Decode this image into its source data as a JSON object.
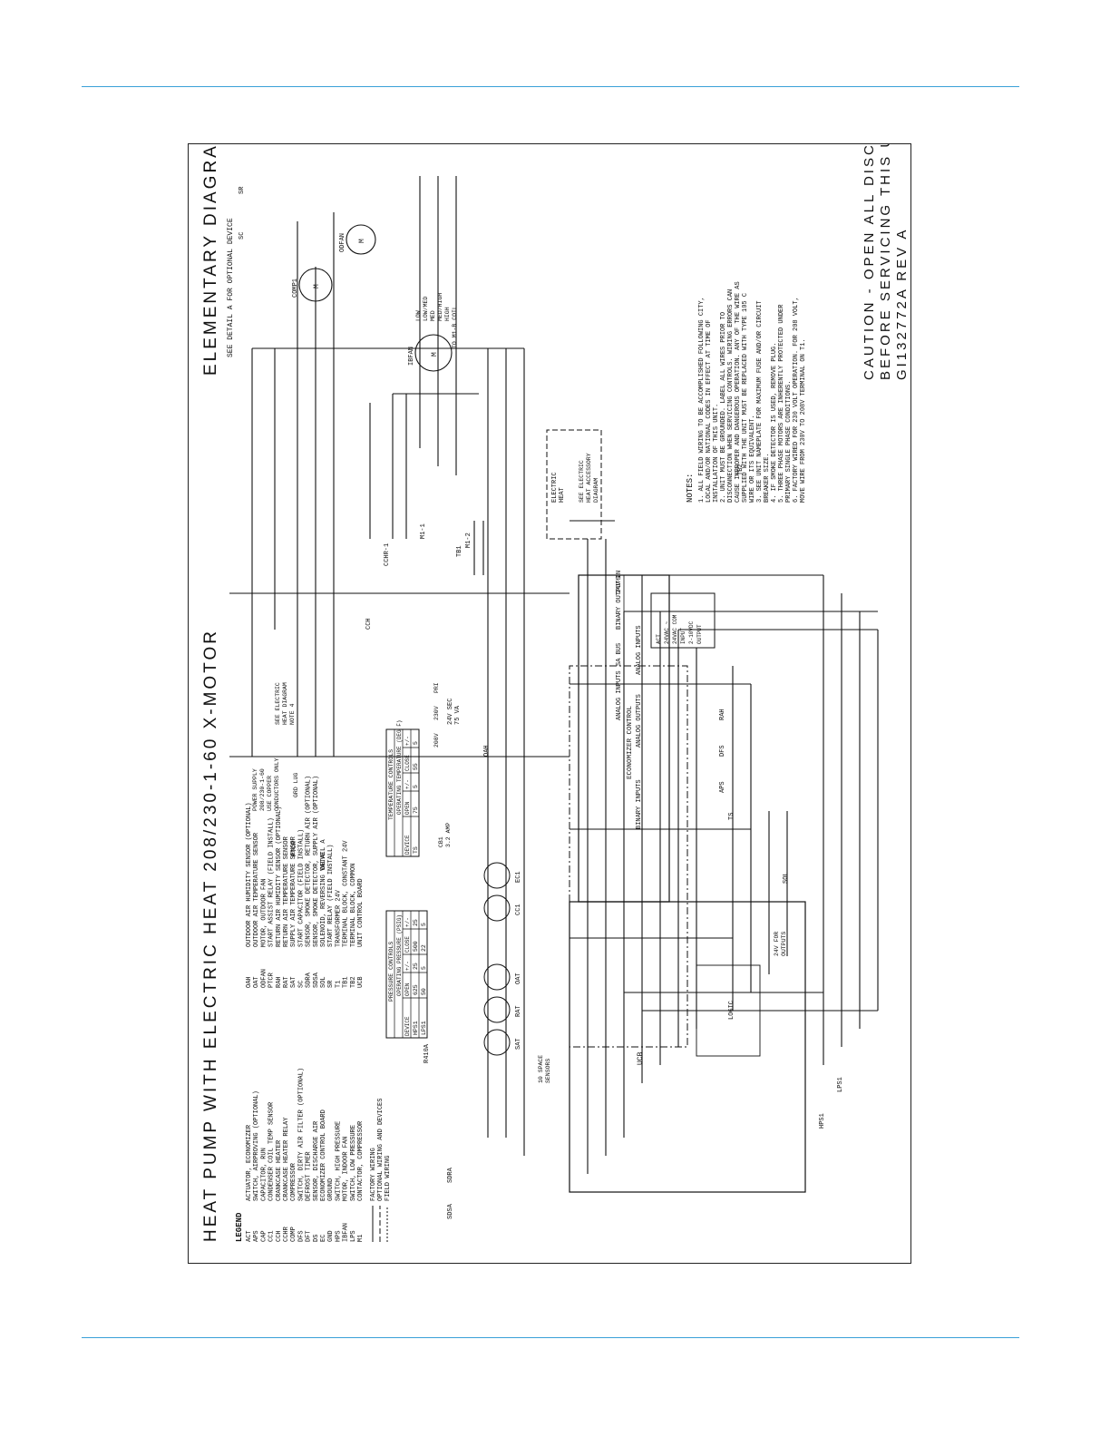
{
  "diagram": {
    "title": "HEAT PUMP WITH ELECTRIC HEAT 208/230-1-60 X-MOTOR",
    "subtitle": "ELEMENTARY DIAGRAM",
    "caution": [
      "CAUTION - OPEN ALL DISCONNECTS",
      "BEFORE SERVICING THIS UNIT",
      "GI132772A      REV A"
    ],
    "detail_note": "SEE DETAIL A FOR OPTIONAL DEVICE",
    "legend_title": "LEGEND",
    "legend_col1": [
      [
        "ACT",
        "ACTUATOR, ECONOMIZER"
      ],
      [
        "APS",
        "SWITCH, AIRPROVING (OPTIONAL)"
      ],
      [
        "CAP",
        "CAPACITOR, RUN"
      ],
      [
        "CC1",
        "CONDENSER COIL TEMP SENSOR"
      ],
      [
        "CCH",
        "CRANKCASE HEATER"
      ],
      [
        "CCHR",
        "CRANKCASE HEATER RELAY"
      ],
      [
        "COMP",
        "COMPRESSOR"
      ],
      [
        "DFS",
        "SWITCH, DIRTY AIR FILTER (OPTIONAL)"
      ],
      [
        "DFT",
        "DEFROST TIMER"
      ],
      [
        "DS",
        "SENSOR, DISCHARGE AIR"
      ],
      [
        "EC",
        "ECONOMIZER CONTROL BOARD"
      ],
      [
        "GND",
        "GROUND"
      ],
      [
        "HPS",
        "SWITCH, HIGH PRESSURE"
      ],
      [
        "IBFAN",
        "MOTOR, INDOOR FAN"
      ],
      [
        "LPS",
        "SWITCH, LOW PRESSURE"
      ],
      [
        "M1",
        "CONTACTOR, COMPRESSOR"
      ]
    ],
    "legend_col2": [
      [
        "OAH",
        "OUTDOOR AIR HUMIDITY SENSOR (OPTIONAL)"
      ],
      [
        "OAT",
        "OUTDOOR AIR TEMPERATURE SENSOR"
      ],
      [
        "ODFAN",
        "MOTOR, OUTDOOR FAN"
      ],
      [
        "PTCR",
        "START ASSIST RELAY (FIELD INSTALL)"
      ],
      [
        "RAH",
        "RETURN AIR HUMIDITY SENSOR (OPTIONAL)"
      ],
      [
        "RAT",
        "RETURN AIR TEMPERATURE SENSOR"
      ],
      [
        "SAT",
        "SUPPLY AIR TEMPERATURE SENSOR"
      ],
      [
        "SC",
        "START CAPACITOR (FIELD INSTALL)"
      ],
      [
        "SDRA",
        "SENSOR, SMOKE DETECTOR, RETURN AIR (OPTIONAL)"
      ],
      [
        "SDSA",
        "SENSOR, SMOKE DETECTOR, SUPPLY AIR (OPTIONAL)"
      ],
      [
        "SOL",
        "SOLENOID, REVERSING VALVE"
      ],
      [
        "SR",
        "START RELAY (FIELD INSTALL)"
      ],
      [
        "T1",
        "TRANSFORMER 24V"
      ],
      [
        "TB1",
        "TERMINAL BLOCK, CONSTANT 24V"
      ],
      [
        "TB2",
        "TERMINAL BLOCK, COMMON"
      ],
      [
        "UCB",
        "UNIT CONTROL BOARD"
      ]
    ],
    "legend_lines": [
      "FACTORY WIRING",
      "OPTIONAL WIRING AND DEVICES",
      "FIELD WIRING"
    ],
    "pressure_controls": {
      "title": "PRESSURE CONTROLS",
      "header2": "OPERATING PRESSURE (PSIG)",
      "cols": [
        "DEVICE",
        "OPEN",
        "+/-",
        "CLOSE",
        "+/-"
      ],
      "rows": [
        [
          "HPS1",
          "625",
          "25",
          "500",
          "25"
        ],
        [
          "LPS1",
          "50",
          "5",
          "22",
          "5"
        ]
      ],
      "refrigerant": "R410A"
    },
    "temperature_controls": {
      "title": "TEMPERATURE CONTROLS",
      "header2": "OPERATING TEMPERATURE (DEG F)",
      "cols": [
        "DEVICE",
        "OPEN",
        "+/-",
        "CLOSE",
        "+/-"
      ],
      "rows": [
        [
          "TS",
          "75",
          "5",
          "55",
          "5"
        ]
      ]
    },
    "notes_title": "NOTES:",
    "notes": [
      "1. ALL FIELD WIRING TO BE ACCOMPLISHED FOLLOWING CITY, LOCAL AND/OR NATIONAL CODES IN EFFECT AT TIME OF INSTALLATION OF THIS UNIT.",
      "2. UNIT MUST BE GROUNDED. LABEL ALL WIRES PRIOR TO DISCONNECTION WHEN SERVICING CONTROLS. WIRING ERRORS CAN CAUSE IMPROPER AND DANGEROUS OPERATION. ANY OF THE WIRE AS SUPPLIED WITH THE UNIT MUST BE REPLACED WITH TYPE 105 C WIRE OR ITS EQUIVALENT.",
      "3. SEE UNIT NAMEPLATE FOR MAXIMUM FUSE AND/OR CIRCUIT BREAKER SIZE.",
      "4. IF SMOKE DETECTOR IS USED, REMOVE PLUG.",
      "5. THREE PHASE MOTORS ARE INHERENTLY PROTECTED UNDER PRIMARY SINGLE PHASE CONDITIONS.",
      "6. FACTORY WIRED FOR 230 VOLT OPERATION. FOR 208 VOLT, MOVE WIRE FROM 230V TO 208V TERMINAL ON T1."
    ],
    "labels": {
      "power_supply": [
        "POWER SUPPLY",
        "208/230-1-60",
        "USE COPPER",
        "CONDUCTORS ONLY"
      ],
      "gnd_lug": "GRD LUG",
      "see_elec": [
        "SEE ELECTRIC",
        "HEAT DIAGRAM",
        "NOTE 4"
      ],
      "transformer": [
        "24V SEC",
        "75 VA"
      ],
      "t1_taps": [
        "208V",
        "230V",
        "PRI"
      ],
      "cb1": [
        "CB1",
        "3.2 AMP"
      ],
      "econ_control": "ECONOMIZER CONTROL",
      "analog_inputs": "ANALOG INPUTS",
      "analog_outputs": "ANALOG OUTPUTS",
      "binary_outputs": "BINARY OUTPUTS",
      "binary_inputs": "BINARY INPUTS",
      "sa_bus": "SA BUS",
      "v24_in": "24V-IN",
      "electric_heat": [
        "ELECTRIC",
        "HEAT"
      ],
      "see_electric_heat": [
        "SEE ELECTRIC",
        "HEAT ACCESSORY",
        "DIAGRAM"
      ],
      "to_m1_coil": "TO M1-B COIL",
      "detail_a": "DETAIL A",
      "ptcr": "PTCR",
      "ucb": "UCB",
      "logic": "LOGIC",
      "sensors_24v": [
        "24V FOR",
        "OUTPUTS"
      ],
      "sensor_shield": [
        "10 SPACE",
        "SENSORS"
      ],
      "act_box": [
        "ACT",
        "24VAC ~",
        "24VAC COM",
        "INPUT",
        "2-10VDC",
        "OUTPUT"
      ]
    },
    "components": [
      "COMP1",
      "ODFAN",
      "IBFAN",
      "CCH",
      "CCHR-1",
      "M1-1",
      "M1-2",
      "SC",
      "SR",
      "TB1",
      "TB2",
      "SAT",
      "RAT",
      "OAT",
      "CC1",
      "EC1",
      "HPS1",
      "LPS1",
      "SDRA",
      "SDSA",
      "SOL",
      "DFS",
      "APS",
      "RAH",
      "OAH",
      "TS"
    ],
    "fan_speeds": [
      "LOW",
      "LOW/MED",
      "MED",
      "MED/HIGH",
      "HIGH"
    ]
  }
}
